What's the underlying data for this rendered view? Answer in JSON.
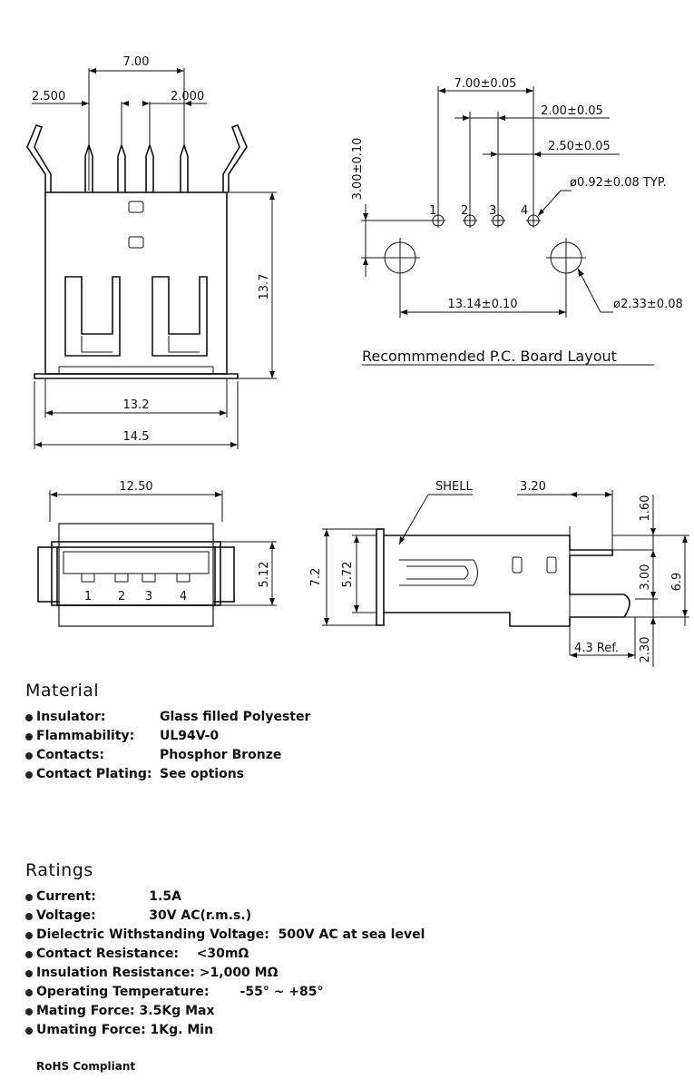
{
  "top_view": {
    "dims": {
      "pin_span": "7.00",
      "left_offset": "2.500",
      "right_pitch": "2.000",
      "height": "13.7",
      "inner_width": "13.2",
      "outer_width": "14.5"
    }
  },
  "pcb_layout": {
    "dims": {
      "pin_span": "7.00±0.05",
      "pitch_a": "2.00±0.05",
      "pitch_b": "2.50±0.05",
      "vertical": "3.00±0.10",
      "hole_dia": "ø0.92±0.08 TYP.",
      "mount_span": "13.14±0.10",
      "mount_dia": "ø2.33±0.08"
    },
    "pin_labels": [
      "1",
      "2",
      "3",
      "4"
    ],
    "caption": "Recommmended P.C. Board Layout"
  },
  "front_view": {
    "dims": {
      "width": "12.50",
      "height": "5.12"
    },
    "pin_labels": [
      "1",
      "2",
      "3",
      "4"
    ]
  },
  "side_view": {
    "dims": {
      "shell_label": "SHELL",
      "d320": "3.20",
      "d160": "1.60",
      "d72": "7.2",
      "d572": "5.72",
      "d300": "3.00",
      "d69": "6.9",
      "d43": "4.3 Ref.",
      "d230": "2.30"
    }
  },
  "material": {
    "title": "Material",
    "items": [
      {
        "label": "Insulator:",
        "value": "Glass filled Polyester"
      },
      {
        "label": "Flammability:",
        "value": "UL94V-0"
      },
      {
        "label": "Contacts:",
        "value": "Phosphor Bronze"
      },
      {
        "label": "Contact Plating:",
        "value": "See options"
      }
    ]
  },
  "ratings": {
    "title": "Ratings",
    "items": [
      "Current:            1.5A",
      "Voltage:            30V AC(r.m.s.)",
      "Dielectric Withstanding Voltage:  500V AC at sea level",
      "Contact Resistance:    <30mΩ",
      "Insulation Resistance: >1,000 MΩ",
      "Operating Temperature:       -55° ~ +85°",
      "Mating Force: 3.5Kg Max",
      "Umating Force: 1Kg. Min"
    ]
  },
  "footer": {
    "rohs": "RoHS Compliant"
  }
}
